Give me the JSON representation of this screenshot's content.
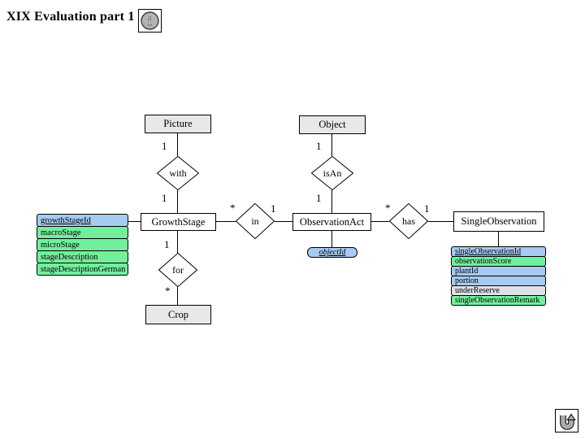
{
  "title": "XIX Evaluation part 1",
  "colors": {
    "entity_gray": "#e8e8e8",
    "entity_white": "#ffffff",
    "attr_blue": "#a6cbf0",
    "attr_green": "#72ef9c",
    "attr_gray": "#e0e1e8",
    "icon_gray": "#b3b3b3"
  },
  "icons": {
    "info": "info-icon",
    "back": "u-turn-return-icon"
  },
  "entities": {
    "picture": "Picture",
    "object": "Object",
    "growth_stage": "GrowthStage",
    "observation_act": "ObservationAct",
    "single_observation": "SingleObservation",
    "crop": "Crop"
  },
  "relationships": {
    "with": {
      "label": "with",
      "card_top": "1",
      "card_bottom": "1"
    },
    "is_an": {
      "label": "isAn",
      "card_top": "1",
      "card_bottom": "1"
    },
    "in": {
      "label": "in",
      "card_left": "*",
      "card_right": "1"
    },
    "has": {
      "label": "has",
      "card_left": "*",
      "card_right": "1"
    },
    "for": {
      "label": "for",
      "card_top": "1",
      "card_bottom": "*"
    }
  },
  "growth_stage_attributes": {
    "rows": [
      {
        "label": "growthStageId",
        "style": "key-blue"
      },
      {
        "label": "macroStage",
        "style": "green"
      },
      {
        "label": "microStage",
        "style": "green"
      },
      {
        "label": "stageDescription",
        "style": "green"
      },
      {
        "label": "stageDescriptionGerman",
        "style": "green"
      }
    ]
  },
  "observation_act_attributes": {
    "object_id": "objectId"
  },
  "single_observation_attributes": {
    "rows": [
      {
        "label": "singleObservationId",
        "style": "key-blue"
      },
      {
        "label": "observationScore",
        "style": "green"
      },
      {
        "label": "plantId",
        "style": "blue"
      },
      {
        "label": "portion",
        "style": "blue"
      },
      {
        "label": "underReserve",
        "style": "gray"
      },
      {
        "label": "singleObservationRemark",
        "style": "green"
      }
    ]
  }
}
